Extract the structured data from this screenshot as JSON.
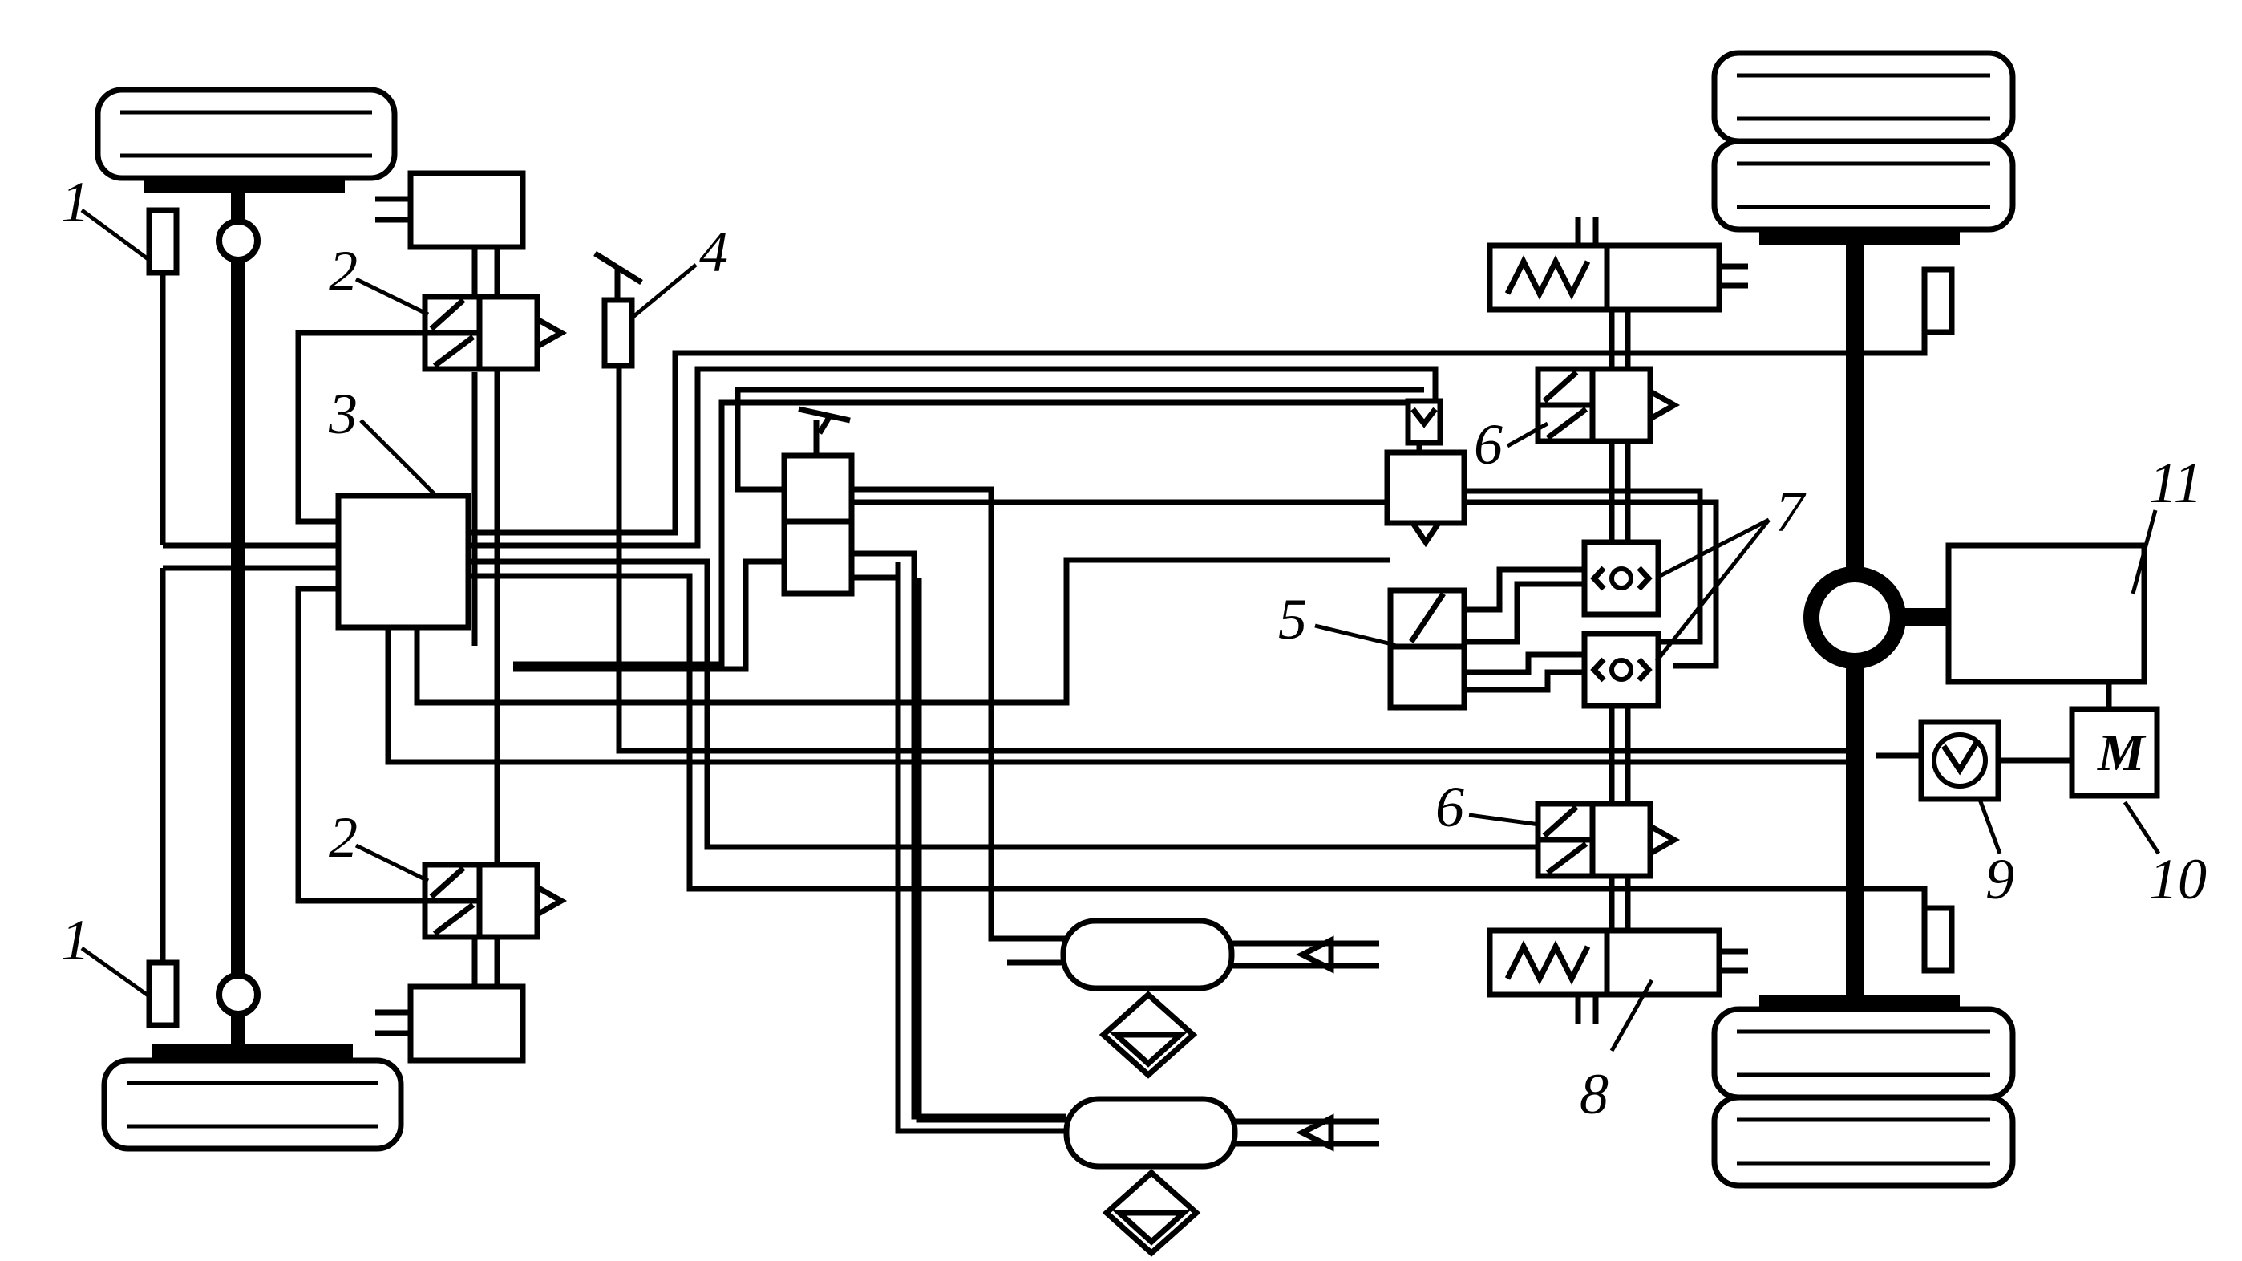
{
  "labels": {
    "l1a": "1",
    "l1b": "1",
    "l2a": "2",
    "l2b": "2",
    "l3": "3",
    "l4": "4",
    "l5": "5",
    "l6a": "6",
    "l6b": "6",
    "l7": "7",
    "l8": "8",
    "l9": "9",
    "l10": "10",
    "l11": "11",
    "motor": "M"
  },
  "icons": {
    "wheel": "tire-icon",
    "spring": "spring-chamber-icon",
    "solenoid": "solenoid-valve-icon",
    "check_valve": "shuttle-valve-icon",
    "receiver": "air-receiver-icon",
    "filter": "water-separator-icon",
    "pump": "hydraulic-pump-icon"
  },
  "colors": {
    "line": "#000000",
    "background": "#ffffff"
  }
}
